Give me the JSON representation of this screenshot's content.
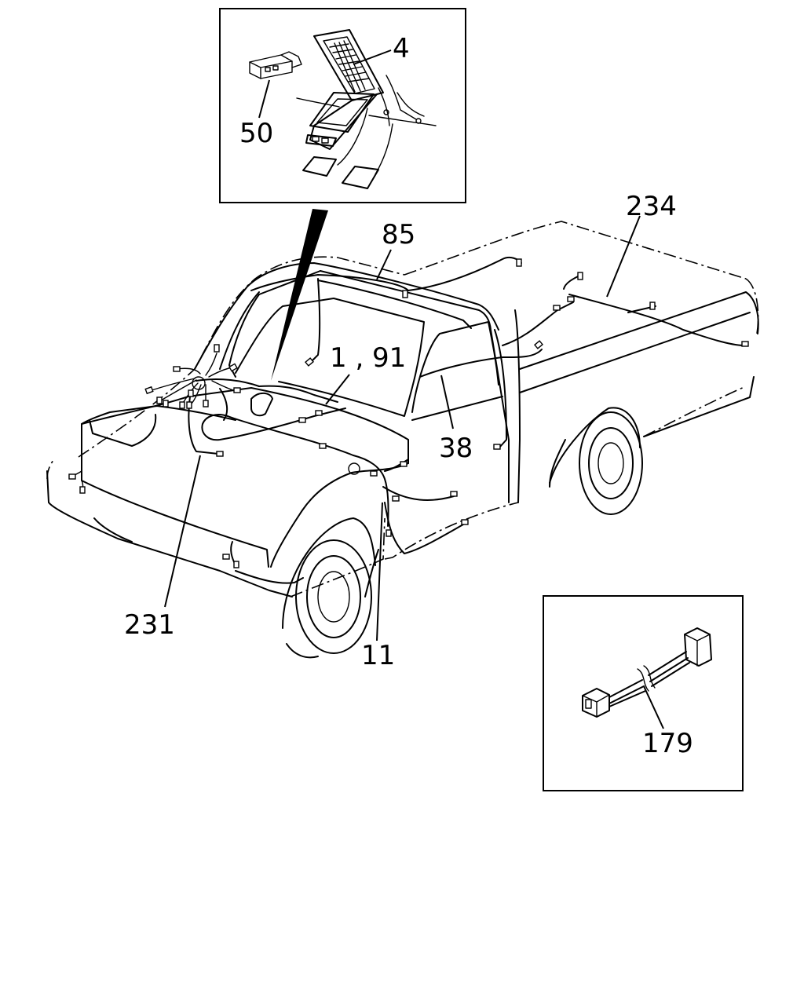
{
  "labels": {
    "inset_top": {
      "part_4": "4",
      "part_50": "50"
    },
    "main": {
      "part_85": "85",
      "part_234": "234",
      "part_1_91": "1 , 91",
      "part_38": "38",
      "part_231": "231",
      "part_11": "11"
    },
    "inset_bottom": {
      "part_179": "179"
    }
  }
}
